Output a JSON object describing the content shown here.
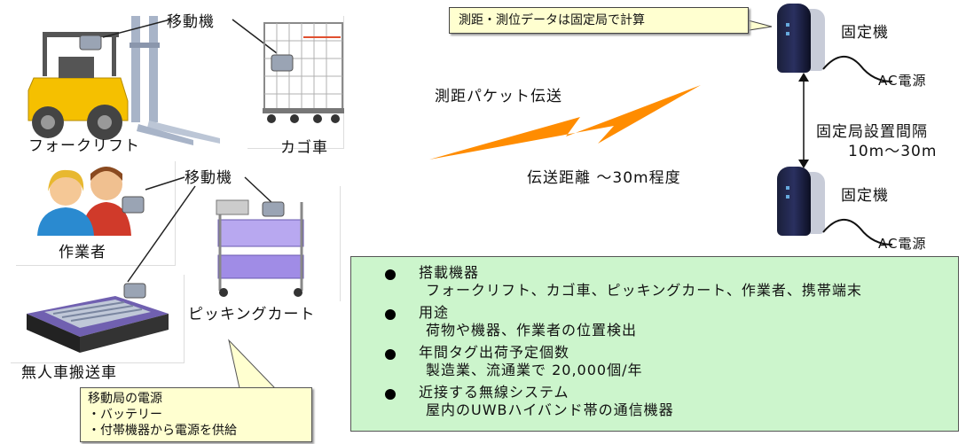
{
  "labels": {
    "mobile_unit_top": "移動機",
    "mobile_unit_mid": "移動機",
    "forklift": "フォークリフト",
    "cart": "カゴ車",
    "worker": "作業者",
    "agv": "無人車搬送車",
    "picking_cart": "ピッキングカート",
    "fixed_station_1": "固定機",
    "fixed_station_2": "固定機",
    "ac_power_1": "AC電源",
    "ac_power_2": "AC電源",
    "ranging_packet": "測距パケット伝送",
    "distance": "伝送距離 〜30m程度",
    "spacing_line1": "固定局設置間隔",
    "spacing_line2": "10m〜30m"
  },
  "callout_top": "測距・測位データは固定局で計算",
  "power_note": {
    "title": "移動局の電源",
    "line1": "・バッテリー",
    "line2": "・付帯機器から電源を供給"
  },
  "info_items": [
    {
      "head": "搭載機器",
      "body": "フォークリフト、カゴ車、ピッキングカート、作業者、携帯端末"
    },
    {
      "head": "用途",
      "body": "荷物や機器、作業者の位置検出"
    },
    {
      "head": "年間タグ出荷予定個数",
      "body": "製造業、流通業で 20,000個/年"
    },
    {
      "head": "近接する無線システム",
      "body": "屋内のUWBハイバンド帯の通信機器"
    }
  ],
  "colors": {
    "info_bg": "#ccf5cc",
    "callout_bg": "#ffffd0",
    "lightning": "#ff8c00",
    "forklift_yellow": "#f5c000",
    "cart_purple": "#8a6cc8"
  }
}
